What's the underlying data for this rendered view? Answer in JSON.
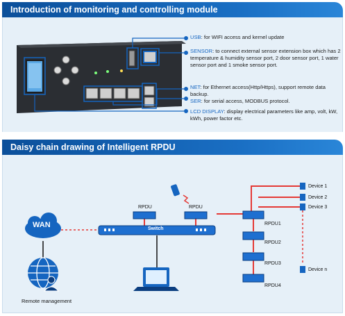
{
  "section1": {
    "title": "Introduction of monitoring and controlling module"
  },
  "features": [
    {
      "key": "USB",
      "text": ": for WIFI access and kernel update"
    },
    {
      "key": "SENSOR",
      "text": ": to connect external sensor extension box which has 2 temperature & humidity sensor port, 2 door sensor port, 1 water sensor port and 1 smoke sensor port."
    },
    {
      "key": "NET",
      "text": ": for Ethernet access(Http/Https), support remote data backup."
    },
    {
      "key": "SER",
      "text": ": for serial access, MODBUS protocol."
    },
    {
      "key": "LCD DISPLAY",
      "text": ": display electrical parameters like amp, volt, kW, kWh, power factor etc."
    }
  ],
  "section2": {
    "title": "Daisy chain drawing of Intelligent RPDU"
  },
  "diagram": {
    "wan": "WAN",
    "remote": "Remote management",
    "switch": "Switch",
    "rpdu_top": [
      "RPDU",
      "RPDU"
    ],
    "chain": [
      "RPDU1",
      "RPDU2",
      "RPDU3",
      "RPDU4"
    ],
    "devices": [
      "Device 1",
      "Device 2",
      "Device 3",
      "Device n"
    ]
  },
  "colors": {
    "banner": "#1565c0",
    "accent": "#1565c0",
    "chain_link": "#e53935",
    "panel": "#e6f0f8"
  }
}
